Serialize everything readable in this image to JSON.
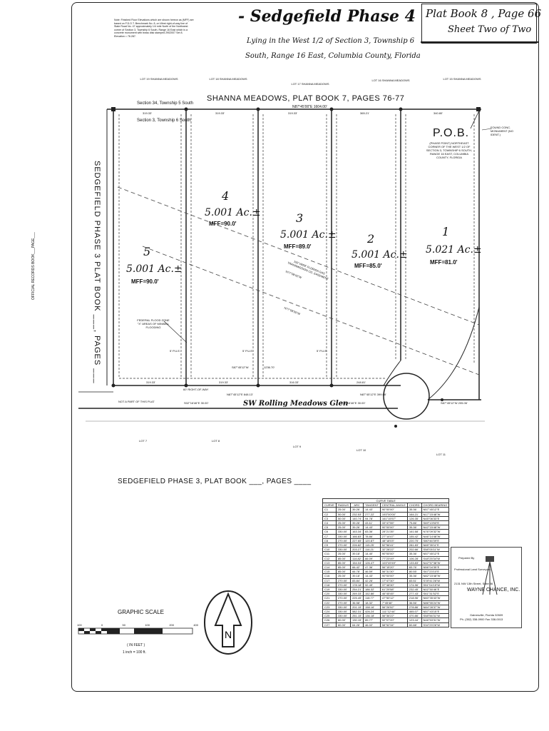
{
  "header": {
    "title": "Sedgefield Phase 4",
    "subtitle_line1": "Lying in the West 1/2 of Section 3, Township 6",
    "subtitle_line2": "South, Range 16 East, Columbia County, Florida",
    "plat_book": "Plat Book 8 , Page 66",
    "sheet": "Sheet Two of Two",
    "note": "Note: Finished Floor Elevations which are shown hereon as (MFF) are based on F.D.O.T. Benchmark No. 8, on West right-of-way line of State Road No. 47 approximately 1/4 mile North of the Northwest corner of Section 3, Township 6 South, Range 16 East which is a concrete monument with brass disk stamped 2902007 Set 8. Elevation = 76.287."
  },
  "adjacent": {
    "top_lots": [
      "LOT 19\nSHANNA MEADOWS",
      "LOT 18\nSHANNA MEADOWS",
      "LOT 17\nSHANNA MEADOWS",
      "LOT 16\nSHANNA MEADOWS",
      "LOT 15\nSHANNA MEADOWS"
    ],
    "shanna_label": "SHANNA MEADOWS, PLAT BOOK 7, PAGES 76-77",
    "section_34": "Section 34, Township 5 South",
    "section_3": "Section 3, Township 6 South",
    "bottom_lots": [
      "LOT 7",
      "LOT 8",
      "LOT 9",
      "LOT 10",
      "LOT 11"
    ],
    "sedgefield3_bottom": "SEDGEFIELD PHASE 3, PLAT BOOK ___, PAGES ____",
    "sedgefield3_left": "SEDGEFIELD PHASE 3 PLAT BOOK ___, PAGES ___",
    "official_records": "OFFICIAL RECORDS BOOK___PAGE___"
  },
  "lots": [
    {
      "num": "5",
      "acres": "5.001 Ac.±",
      "mff": "MFF=90.0'"
    },
    {
      "num": "4",
      "acres": "5.001 Ac.±",
      "mff": "MFF=90.0'"
    },
    {
      "num": "3",
      "acres": "5.001 Ac.±",
      "mff": "MFF=89.0'"
    },
    {
      "num": "2",
      "acres": "5.001 Ac.±",
      "mff": "MFF=85.0'"
    },
    {
      "num": "1",
      "acres": "5.021 Ac.±",
      "mff": "MFF=81.0'"
    }
  ],
  "annotations": {
    "pob": "P.O.B.",
    "pob_desc": "(PHASE POINT) NORTHEAST CORNER OF THE WEST 1/2 OF SECTION 3, TOWNSHIP 6 SOUTH, RANGE 16 EAST, COLUMBIA COUNTY, FLORIDA",
    "found_monument": "FOUND CONC. MONUMENT (NO IDENT.)",
    "top_bearing": "N87°45'00\"E 1604.00'",
    "top_dims": [
      "319.33'",
      "319.33'",
      "319.33'",
      "365.21'",
      "340.80'"
    ],
    "bottom_dims": [
      "319.33'",
      "319.33'",
      "316.33'",
      "248.81'"
    ],
    "road_bearing": "N87°45'12\"E 848.13'",
    "road_bearing2": "N87°45'12\"E 399.68'",
    "road_name": "SW Rolling Meadows Glen",
    "row": "60' RIGHT-OF-WAY",
    "not_part": "NOT A PART OF THIS PLAT",
    "s_bearing": "S02°16'46\"E 30.00'",
    "s_bearing2": "S87°45'12\"W 205.06'",
    "flood": "FEDERAL FLOOD ZONE \"X\" AREAS OF MINIMAL FLOODING",
    "easement": "100' WIDE FLORIDA GAS TRANSMISSION CO. EASEMENT",
    "easement_b1": "N77°08'42\"W",
    "easement_b2": "N77°08'35\"W",
    "spae": "5' P.U.E.",
    "inner_dim": "1236.70'",
    "inner_bearing": "S87°45'12\"W"
  },
  "curve_table": {
    "title": "CURVE TABLE",
    "headers": [
      "CURVE",
      "RADIUS",
      "ARC",
      "TANGENT",
      "CENTRAL ANGLE",
      "CHORD",
      "CHORD BEARING"
    ],
    "rows": [
      [
        "C1",
        "25.00'",
        "39.26'",
        "14.43'",
        "90°00'00\"",
        "35.36'",
        "N57°45'12\"E"
      ],
      [
        "C2",
        "50.00'",
        "232.53'",
        "277.22'",
        "193°00'00\"",
        "164.21'",
        "N17°15'48\"W"
      ],
      [
        "C3",
        "50.00'",
        "140.74'",
        "94.78'",
        "161°15'57\"",
        "126.35'",
        "N45°06'33\"E"
      ],
      [
        "C4",
        "25.00'",
        "39.26'",
        "43.11'",
        "33°47'55\"",
        "75.86'",
        "S69°13'50\"E"
      ],
      [
        "C5",
        "25.00'",
        "39.26'",
        "14.43'",
        "90°00'00\"",
        "35.36'",
        "N42°15'48\"W"
      ],
      [
        "C6",
        "330.00'",
        "163.34'",
        "83.36'",
        "28°21'35\"",
        "161.68'",
        "N76°09'32\"W"
      ],
      [
        "C7",
        "330.00'",
        "166.83'",
        "78.86'",
        "27°14'47\"",
        "155.42'",
        "N46°14'48\"W"
      ],
      [
        "C8",
        "270.00'",
        "227.65'",
        "120.87'",
        "48°18'03\"",
        "220.75'",
        "S80°46'39\"E"
      ],
      [
        "C9",
        "270.00'",
        "226.82'",
        "115.25'",
        "52°56'41\"",
        "281.83'",
        "N65°35'11\"E"
      ],
      [
        "C10",
        "330.00'",
        "203.27'",
        "114.21'",
        "32°28'22\"",
        "202.66'",
        "S58°05'11\"W"
      ],
      [
        "C11",
        "25.00'",
        "39.18'",
        "14.40'",
        "90°00'00\"",
        "35.36'",
        "N57°45'12\"E"
      ],
      [
        "C12",
        "85.00'",
        "114.82'",
        "66.09'",
        "77°23'49\"",
        "106.28'",
        "S48°25'34\"W"
      ],
      [
        "C13",
        "85.00'",
        "154.04'",
        "126.47'",
        "103°49'49\"",
        "133.83'",
        "N42°57'38\"W"
      ],
      [
        "C14",
        "85.00'",
        "66.42'",
        "47.36'",
        "56°15'20\"",
        "83.76'",
        "N56°04'35\"E"
      ],
      [
        "C15",
        "85.00'",
        "66.78'",
        "46.59'",
        "56°31'30\"",
        "80.55'",
        "S67°23'10\"E"
      ],
      [
        "C16",
        "25.00'",
        "39.18'",
        "14.43'",
        "90°00'00\"",
        "35.36'",
        "N82°15'48\"W"
      ],
      [
        "C17",
        "270.00'",
        "83.84'",
        "42.26'",
        "17°47'30\"",
        "83.51'",
        "S78°41'26\"W"
      ],
      [
        "C18",
        "270.00'",
        "178.18'",
        "92.49'",
        "37°48'30\"",
        "174.96'",
        "S51°04'15\"W"
      ],
      [
        "C19",
        "330.00'",
        "254.21'",
        "186.32'",
        "61°29'58\"",
        "232.45'",
        "N02°50'46\"E"
      ],
      [
        "C20",
        "330.00'",
        "269.33'",
        "152.86'",
        "46°45'45\"",
        "277.43'",
        "S61°31'52\"E"
      ],
      [
        "C21",
        "270.00'",
        "225.45'",
        "118.77'",
        "47°50'12\"",
        "218.96'",
        "N60°35'43\"W"
      ],
      [
        "C22",
        "270.00'",
        "36.58'",
        "18.32'",
        "7°45'46\"",
        "36.56'",
        "N86°55'24\"W"
      ],
      [
        "C23",
        "330.00'",
        "201.15'",
        "158.16'",
        "56°26'52\"",
        "278.86'",
        "N84°28'37\"W"
      ],
      [
        "C24",
        "330.00'",
        "582.31'",
        "426.24'",
        "111°12'44\"",
        "465.07'",
        "N57°43'15\"E"
      ],
      [
        "C25",
        "330.00'",
        "251.15'",
        "136.18'",
        "56°36'22\"",
        "470.86'",
        "S58°56'31\"W"
      ],
      [
        "C26",
        "60.00'",
        "130.15'",
        "89.77'",
        "92°07'20\"",
        "123.44'",
        "N46°53'31\"W"
      ],
      [
        "C27",
        "60.00'",
        "64.26'",
        "46.02'",
        "58°52'34\"",
        "60.88'",
        "S34°29'26\"W"
      ]
    ]
  },
  "preparer": {
    "prepared_by": "Prepared By",
    "professional": "Professional Land Surveyors",
    "address": "2131 NW 13th Street, Suite 36",
    "company": "WAYNE CHANCE, INC.",
    "city": "Gainesville, Florida 32609",
    "phone": "Ph. (352) 338-0900 Fax 338-0013"
  },
  "scale": {
    "title": "GRAPHIC SCALE",
    "ticks": [
      "100",
      "0",
      "50",
      "100",
      "200",
      "400"
    ],
    "unit": "( IN FEET )",
    "ratio": "1 inch = 100 ft."
  },
  "north": "N"
}
